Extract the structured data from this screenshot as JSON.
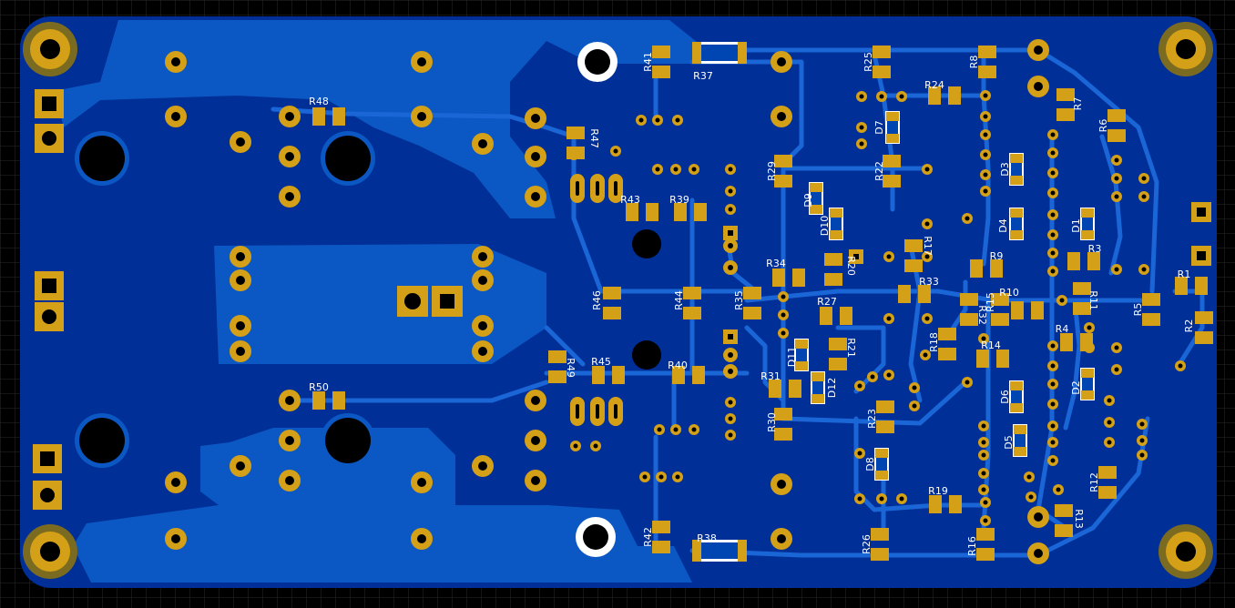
{
  "colors": {
    "background": "#000000",
    "grid": "#2a2a2a",
    "board_dark": "#002a8c",
    "board": "#0046b3",
    "copper": "#1060c8",
    "track": "#1a66d6",
    "pad": "#d4a017",
    "pad_dark": "#8a6a00",
    "silk": "#ffffff",
    "hole": "#000000"
  },
  "labels": {
    "R1": "R1",
    "R2": "R2",
    "R3": "R3",
    "R4": "R4",
    "R5": "R5",
    "R6": "R6",
    "R7": "R7",
    "R8": "R8",
    "R9": "R9",
    "R10": "R10",
    "R11": "R11",
    "R12": "R12",
    "R13": "R13",
    "R14": "R14",
    "R15": "R15",
    "R16": "R16",
    "R17": "R17",
    "R18": "R18",
    "R19": "R19",
    "R20": "R20",
    "R21": "R21",
    "R22": "R22",
    "R23": "R23",
    "R24": "R24",
    "R25": "R25",
    "R26": "R26",
    "R27": "R27",
    "R29": "R29",
    "R30": "R30",
    "R31": "R31",
    "R32": "R32",
    "R33": "R33",
    "R34": "R34",
    "R35": "R35",
    "R37": "R37",
    "R38": "R38",
    "R39": "R39",
    "R40": "R40",
    "R41": "R41",
    "R42": "R42",
    "R43": "R43",
    "R44": "R44",
    "R45": "R45",
    "R46": "R46",
    "R47": "R47",
    "R48": "R48",
    "R49": "R49",
    "R50": "R50",
    "D1": "D1",
    "D2": "D2",
    "D3": "D3",
    "D4": "D4",
    "D5": "D5",
    "D6": "D6",
    "D7": "D7",
    "D8": "D8",
    "D9": "D9",
    "D10": "D10",
    "D11": "D11",
    "D12": "D12"
  }
}
